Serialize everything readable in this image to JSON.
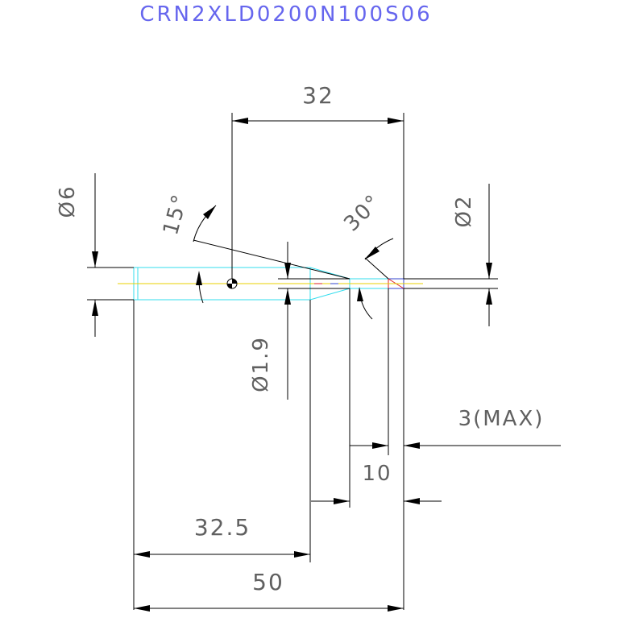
{
  "title": "CRN2XLD0200N100S06",
  "colors": {
    "title": "#6666ee",
    "dimension_text": "#606060",
    "lines": "#000000",
    "tool_outline": "#33ddee",
    "centerline": "#e8d000",
    "tip_edge": "#dd2222",
    "tip_face": "#3344cc"
  },
  "dimensions": {
    "overall_length": "50",
    "shank_length": "32.5",
    "gauge_length": "32",
    "neck_length": "10",
    "max_depth": "3(MAX)",
    "shank_diameter": "Ø6",
    "neck_diameter": "Ø1.9",
    "tip_diameter": "Ø2",
    "taper_angle": "15°",
    "tip_angle": "30°"
  }
}
